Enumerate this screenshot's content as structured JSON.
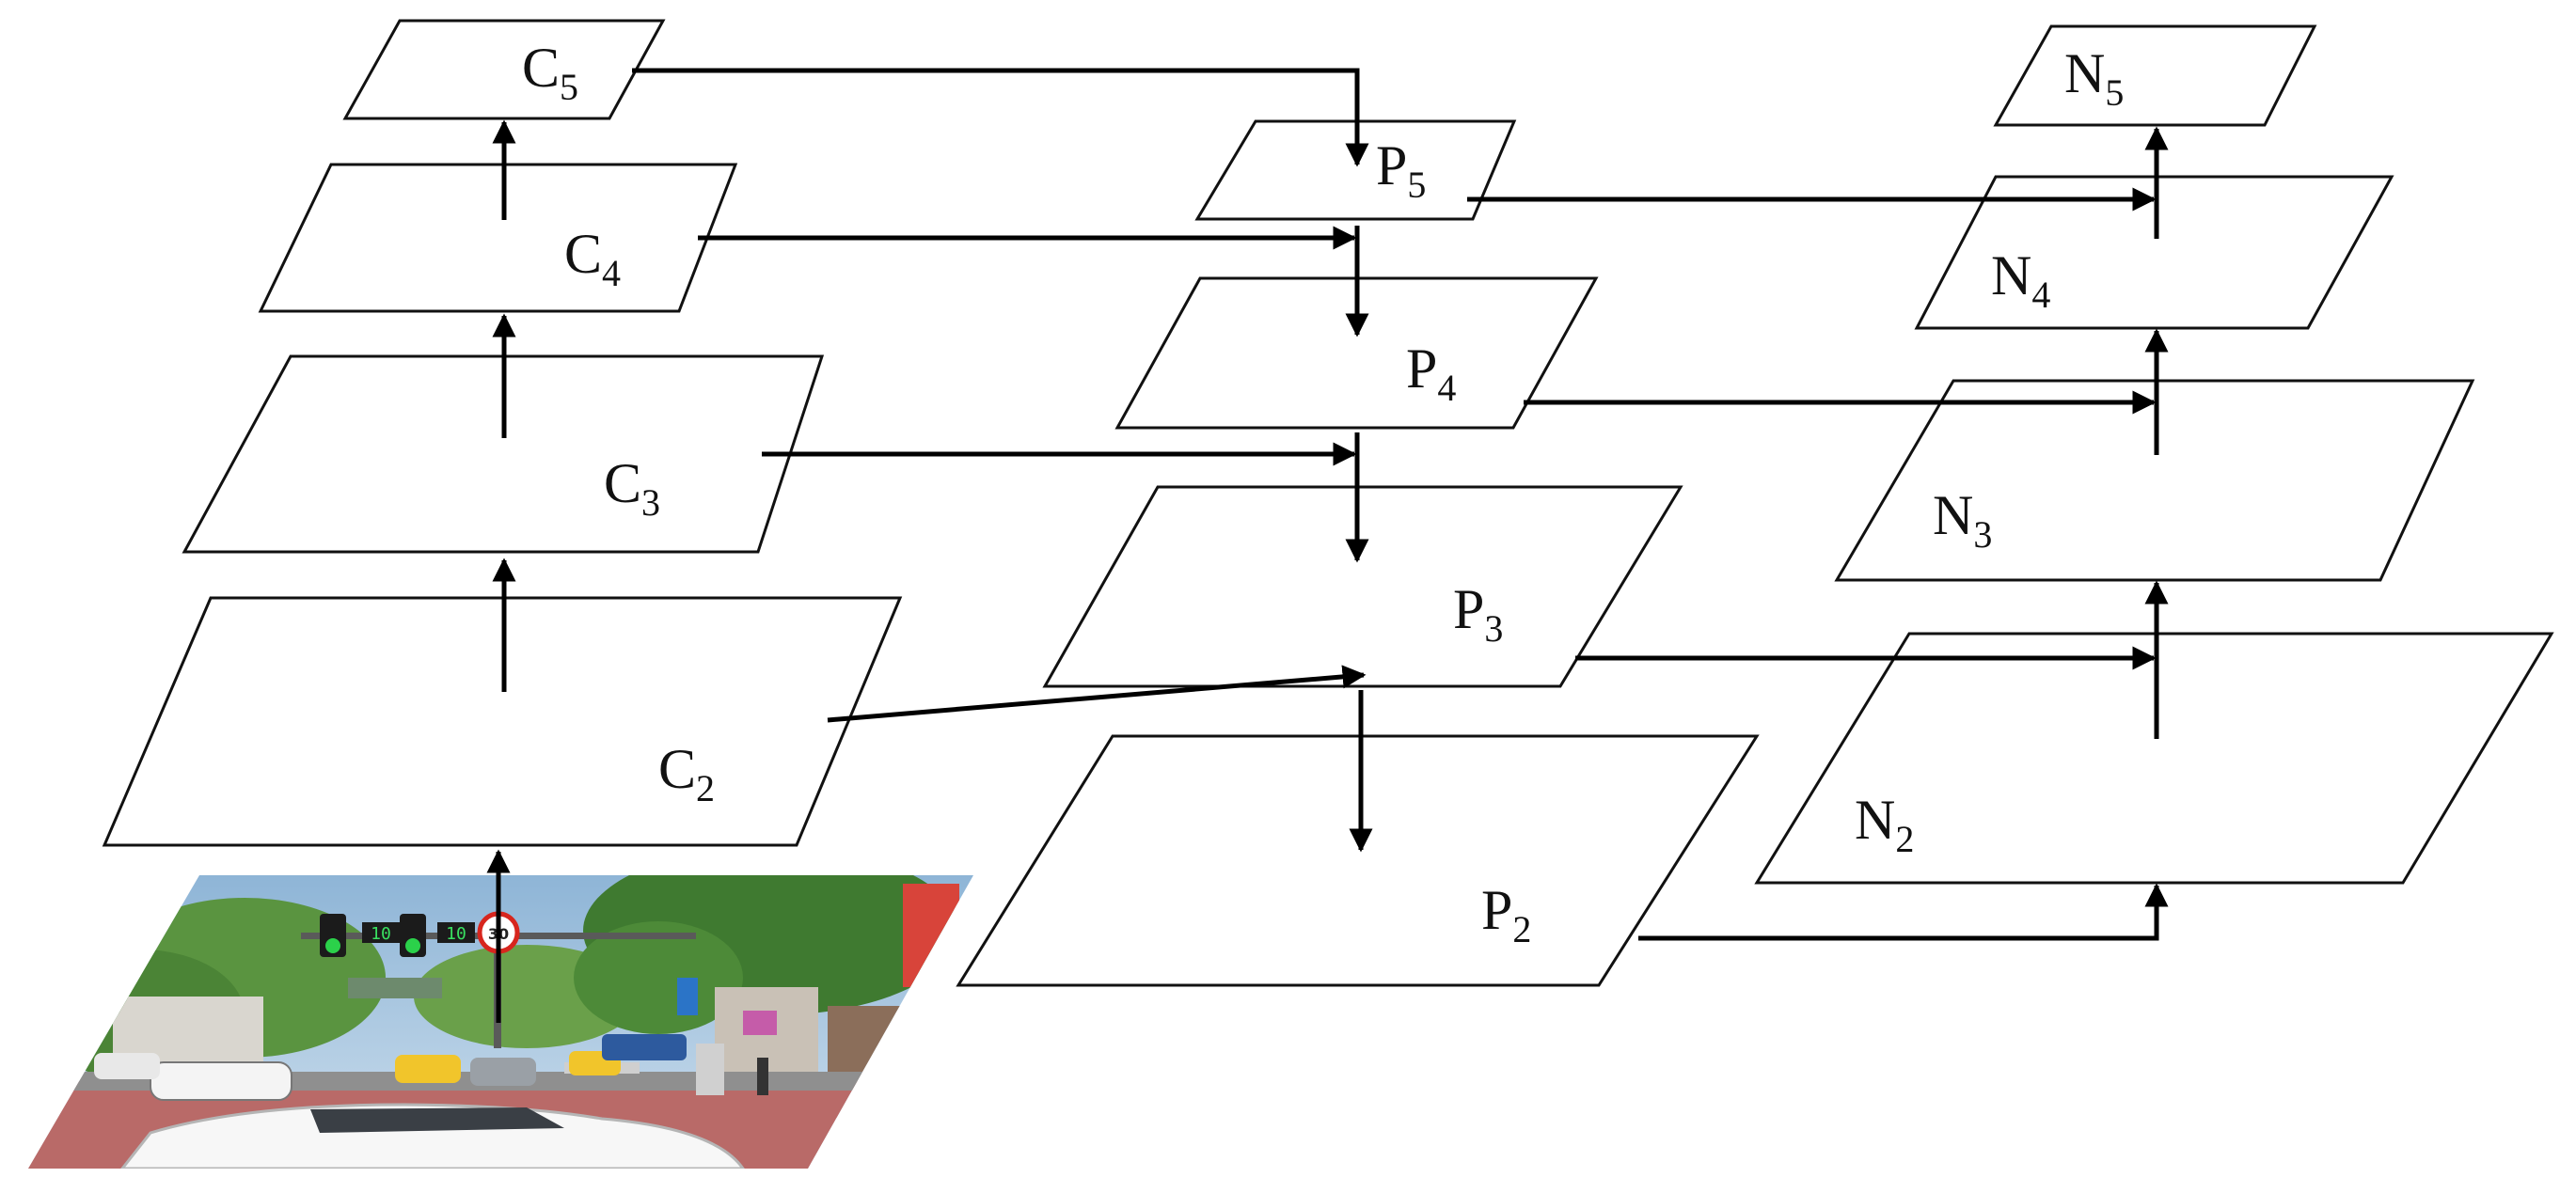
{
  "title": "",
  "backbone": [
    {
      "id": "C2",
      "base": "C",
      "sub": "2"
    },
    {
      "id": "C3",
      "base": "C",
      "sub": "3"
    },
    {
      "id": "C4",
      "base": "C",
      "sub": "4"
    },
    {
      "id": "C5",
      "base": "C",
      "sub": "5"
    }
  ],
  "top_down": [
    {
      "id": "P2",
      "base": "P",
      "sub": "2"
    },
    {
      "id": "P3",
      "base": "P",
      "sub": "3"
    },
    {
      "id": "P4",
      "base": "P",
      "sub": "4"
    },
    {
      "id": "P5",
      "base": "P",
      "sub": "5"
    }
  ],
  "bottom_up": [
    {
      "id": "N2",
      "base": "N",
      "sub": "2"
    },
    {
      "id": "N3",
      "base": "N",
      "sub": "3"
    },
    {
      "id": "N4",
      "base": "N",
      "sub": "4"
    },
    {
      "id": "N5",
      "base": "N",
      "sub": "5"
    }
  ],
  "edges": [
    {
      "from": "input-image",
      "to": "C2"
    },
    {
      "from": "C2",
      "to": "C3"
    },
    {
      "from": "C3",
      "to": "C4"
    },
    {
      "from": "C4",
      "to": "C5"
    },
    {
      "from": "C5",
      "to": "P5"
    },
    {
      "from": "P5",
      "to": "P4"
    },
    {
      "from": "P4",
      "to": "P3"
    },
    {
      "from": "P3",
      "to": "P2"
    },
    {
      "from": "C4",
      "to": "P4"
    },
    {
      "from": "C3",
      "to": "P3"
    },
    {
      "from": "C2",
      "to": "P2"
    },
    {
      "from": "P2",
      "to": "N2"
    },
    {
      "from": "N2",
      "to": "N3"
    },
    {
      "from": "N3",
      "to": "N4"
    },
    {
      "from": "N4",
      "to": "N5"
    },
    {
      "from": "P3",
      "to": "N3"
    },
    {
      "from": "P4",
      "to": "N4"
    },
    {
      "from": "P5",
      "to": "N5"
    }
  ],
  "input_image": {
    "icon": "street-scene-photo",
    "signal_countdown_left": "10",
    "signal_countdown_right": "10",
    "sign_text": "30"
  },
  "colors": {
    "line": "#000000",
    "plane_fill": "#ffffff",
    "sky": "#9fc0dc",
    "trees": "#4f8a3a",
    "road": "#b86a6a"
  }
}
